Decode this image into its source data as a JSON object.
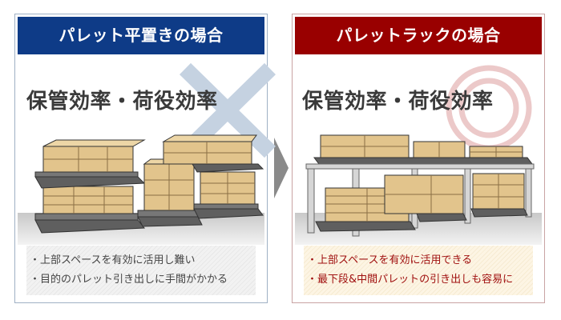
{
  "left_panel": {
    "header": "パレット平置きの場合",
    "headline": "保管効率・荷役効率",
    "verdict_icon": "cross-mark",
    "header_color": "#0e3b87",
    "notes": [
      "・上部スペースを有効に活用し難い",
      "・目的のパレット引き出しに手間がかかる"
    ]
  },
  "right_panel": {
    "header": "パレットラックの場合",
    "headline": "保管効率・荷役効率",
    "verdict_icon": "double-circle-mark",
    "header_color": "#990000",
    "notes": [
      "・上部スペースを有効に活用できる",
      "・最下段&中間パレットの引き出しも容易に"
    ]
  },
  "transition_icon": "arrow-right"
}
